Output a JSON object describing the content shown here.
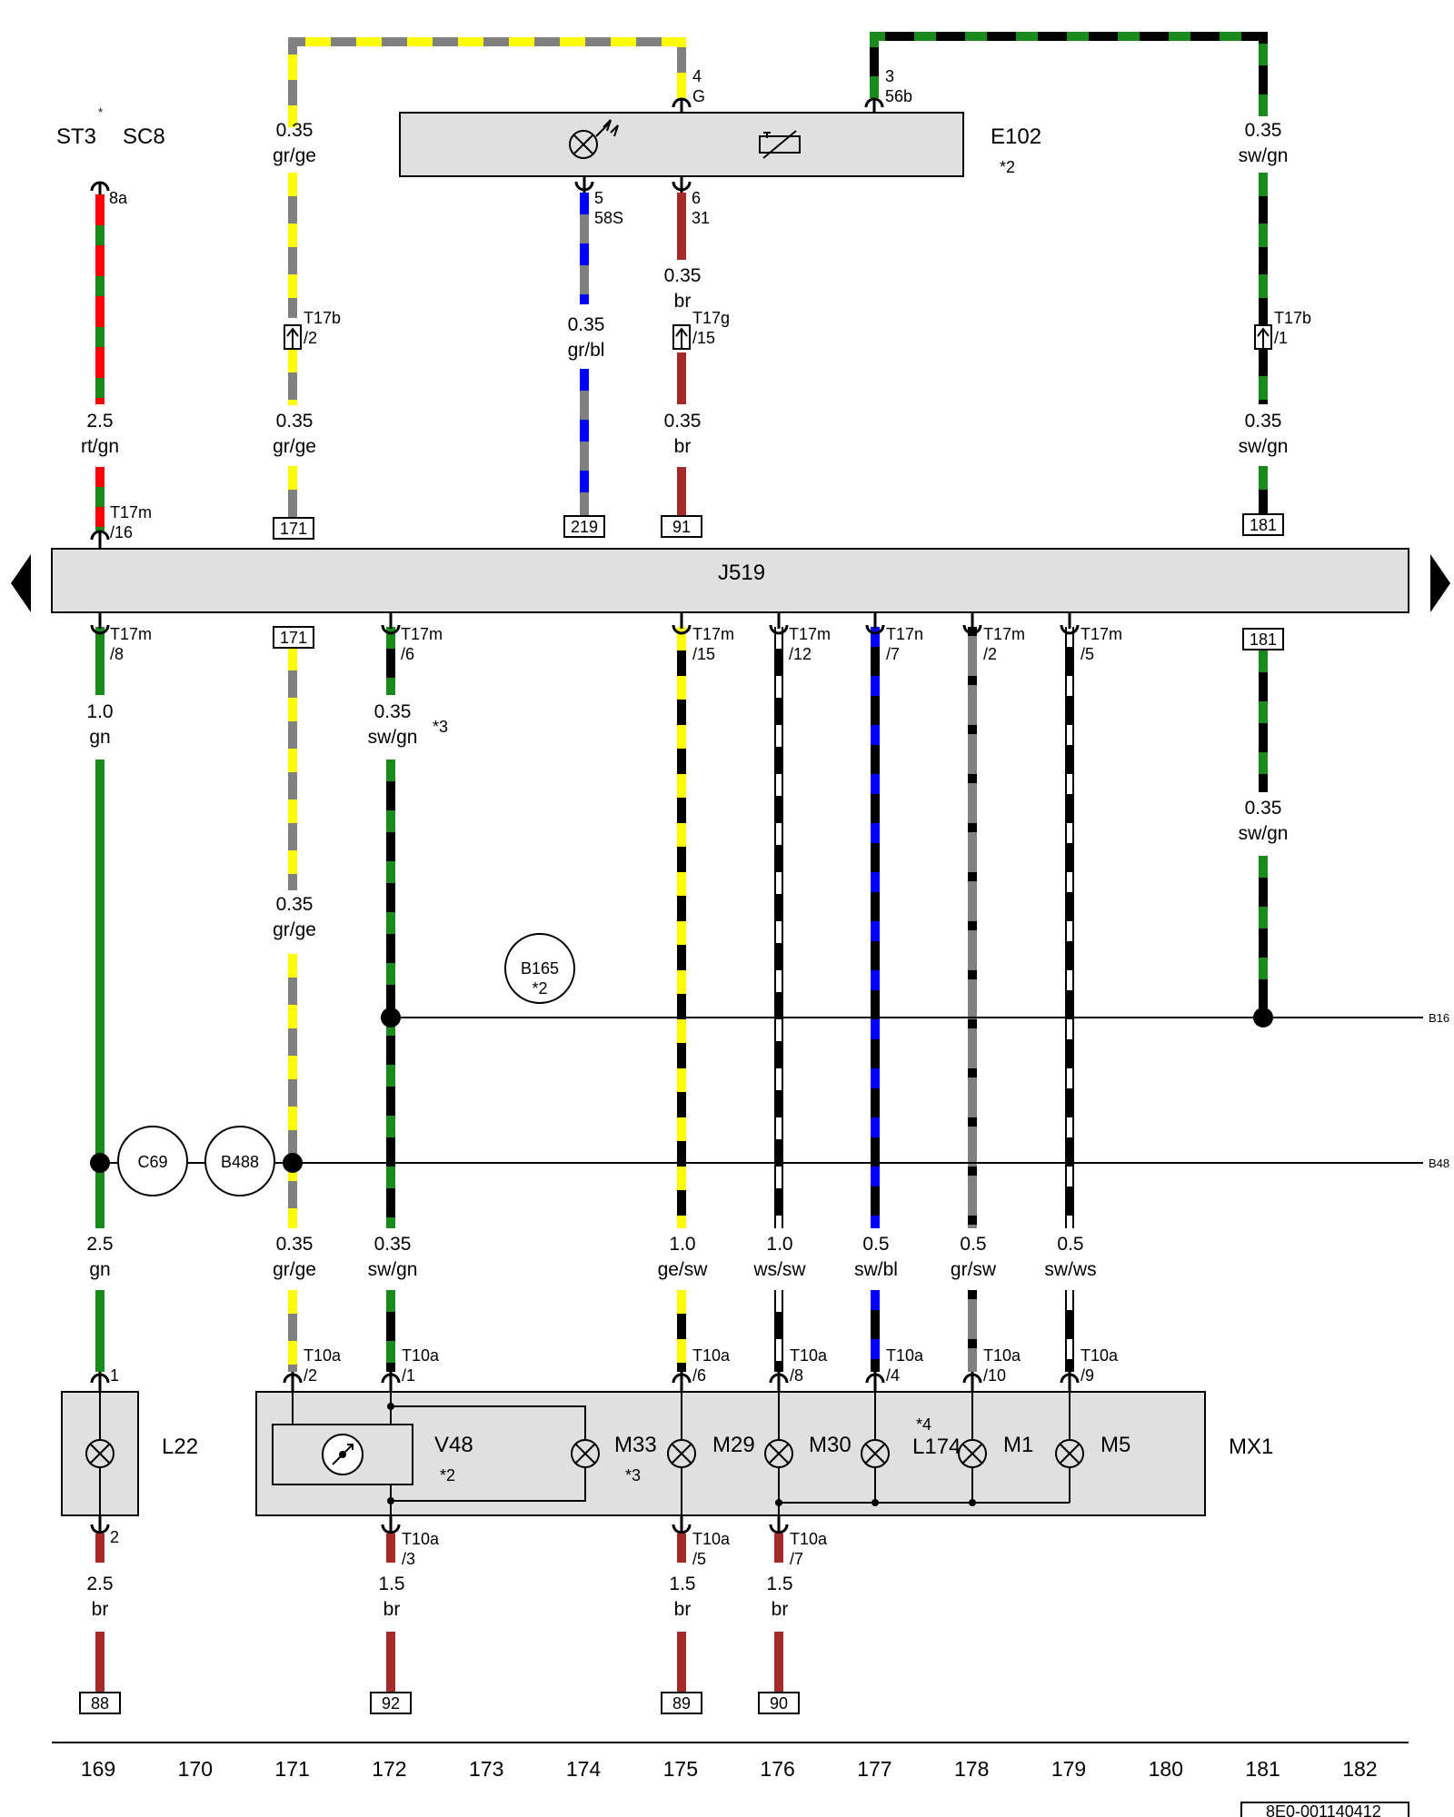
{
  "components": {
    "e102": {
      "label": "E102",
      "note": "*2",
      "pin_g_num": "4",
      "pin_g_name": "G",
      "pin_56b_num": "3",
      "pin_56b_name": "56b",
      "pin_58s_num": "5",
      "pin_58s_name": "58S",
      "pin_31_num": "6",
      "pin_31_name": "31"
    },
    "j519": {
      "label": "J519"
    },
    "l22": {
      "label": "L22",
      "pin_top": "1",
      "pin_bottom": "2"
    },
    "mx1": {
      "label": "MX1"
    },
    "v48": {
      "label": "V48",
      "note": "*2"
    },
    "m33": {
      "label": "M33",
      "note": "*3"
    },
    "m29": {
      "label": "M29"
    },
    "m30": {
      "label": "M30"
    },
    "l174": {
      "label": "L174",
      "note": "*4"
    },
    "m1": {
      "label": "M1"
    },
    "m5": {
      "label": "M5"
    },
    "st3": {
      "label": "ST3",
      "star": "*"
    },
    "sc8": {
      "label": "SC8",
      "pin": "8a"
    }
  },
  "connectors": {
    "t17b_2": {
      "name": "T17b",
      "pin": "/2"
    },
    "t17g_15": {
      "name": "T17g",
      "pin": "/15"
    },
    "t17b_1": {
      "name": "T17b",
      "pin": "/1"
    },
    "t17m_16": {
      "name": "T17m",
      "pin": "/16"
    },
    "t17m_8": {
      "name": "T17m",
      "pin": "/8"
    },
    "t17m_6": {
      "name": "T17m",
      "pin": "/6"
    },
    "t17m_15": {
      "name": "T17m",
      "pin": "/15"
    },
    "t17m_12": {
      "name": "T17m",
      "pin": "/12"
    },
    "t17n_7": {
      "name": "T17n",
      "pin": "/7"
    },
    "t17m_2": {
      "name": "T17m",
      "pin": "/2"
    },
    "t17m_5": {
      "name": "T17m",
      "pin": "/5"
    },
    "t10a_2": {
      "name": "T10a",
      "pin": "/2"
    },
    "t10a_1": {
      "name": "T10a",
      "pin": "/1"
    },
    "t10a_6": {
      "name": "T10a",
      "pin": "/6"
    },
    "t10a_8": {
      "name": "T10a",
      "pin": "/8"
    },
    "t10a_4": {
      "name": "T10a",
      "pin": "/4"
    },
    "t10a_10": {
      "name": "T10a",
      "pin": "/10"
    },
    "t10a_9": {
      "name": "T10a",
      "pin": "/9"
    },
    "t10a_3": {
      "name": "T10a",
      "pin": "/3"
    },
    "t10a_5": {
      "name": "T10a",
      "pin": "/5"
    },
    "t10a_7": {
      "name": "T10a",
      "pin": "/7"
    }
  },
  "wires": {
    "w_rtgn": {
      "size": "2.5",
      "color": "rt/gn"
    },
    "w_grge_top1": {
      "size": "0.35",
      "color": "gr/ge"
    },
    "w_grge_top2": {
      "size": "0.35",
      "color": "gr/ge"
    },
    "w_grbl": {
      "size": "0.35",
      "color": "gr/bl"
    },
    "w_br_top1": {
      "size": "0.35",
      "color": "br"
    },
    "w_br_top2": {
      "size": "0.35",
      "color": "br"
    },
    "w_swgn_top1": {
      "size": "0.35",
      "color": "sw/gn"
    },
    "w_swgn_top2": {
      "size": "0.35",
      "color": "sw/gn"
    },
    "w_gn_1": {
      "size": "1.0",
      "color": "gn"
    },
    "w_swgn_172": {
      "size": "0.35",
      "color": "sw/gn",
      "note": "*3"
    },
    "w_grge_mid": {
      "size": "0.35",
      "color": "gr/ge"
    },
    "w_swgn_181b": {
      "size": "0.35",
      "color": "sw/gn"
    },
    "w_gn_2": {
      "size": "2.5",
      "color": "gn"
    },
    "w_grge_low": {
      "size": "0.35",
      "color": "gr/ge"
    },
    "w_swgn_low": {
      "size": "0.35",
      "color": "sw/gn"
    },
    "w_gesw": {
      "size": "1.0",
      "color": "ge/sw"
    },
    "w_wssw": {
      "size": "1.0",
      "color": "ws/sw"
    },
    "w_swbl": {
      "size": "0.5",
      "color": "sw/bl"
    },
    "w_grsw": {
      "size": "0.5",
      "color": "gr/sw"
    },
    "w_swws": {
      "size": "0.5",
      "color": "sw/ws"
    },
    "w_br_169": {
      "size": "2.5",
      "color": "br"
    },
    "w_br_172": {
      "size": "1.5",
      "color": "br"
    },
    "w_br_175": {
      "size": "1.5",
      "color": "br"
    },
    "w_br_176": {
      "size": "1.5",
      "color": "br"
    }
  },
  "refs": {
    "r171_top": "171",
    "r219": "219",
    "r91": "91",
    "r181_top": "181",
    "r171_bot": "171",
    "r181_bot": "181",
    "r88": "88",
    "r92": "92",
    "r89": "89",
    "r90": "90"
  },
  "splices": {
    "b165": {
      "label": "B165",
      "note": "*2"
    },
    "c69": {
      "label": "C69"
    },
    "b488": {
      "label": "B488"
    },
    "b16_edge": "B16",
    "b48_edge": "B48"
  },
  "grid_numbers": [
    "169",
    "170",
    "171",
    "172",
    "173",
    "174",
    "175",
    "176",
    "177",
    "178",
    "179",
    "180",
    "181",
    "182"
  ],
  "doc_id": "8E0-001140412",
  "colors": {
    "grey": "#808080",
    "yellow": "#ffff00",
    "green": "#1a8a1a",
    "red": "#ff0000",
    "blue": "#0000ff",
    "brown": "#a52a2a",
    "black": "#000000",
    "white": "#ffffff",
    "box_fill": "#e0e0e0"
  }
}
